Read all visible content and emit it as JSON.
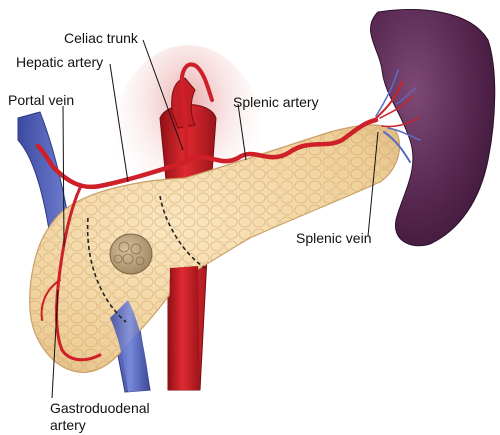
{
  "labels": {
    "celiac_trunk": "Celiac trunk",
    "hepatic_artery": "Hepatic artery",
    "portal_vein": "Portal vein",
    "splenic_artery": "Splenic artery",
    "splenic_vein": "Splenic vein",
    "gastroduodenal_line1": "Gastroduodenal",
    "gastroduodenal_line2": "artery"
  },
  "colors": {
    "artery": "#d0202a",
    "vein": "#5b6cc4",
    "pancreas": "#f3d7a6",
    "spleen": "#5b2a55",
    "tumor": "#b9a27a",
    "resection_line": "#222222",
    "leader_line": "#111111"
  }
}
